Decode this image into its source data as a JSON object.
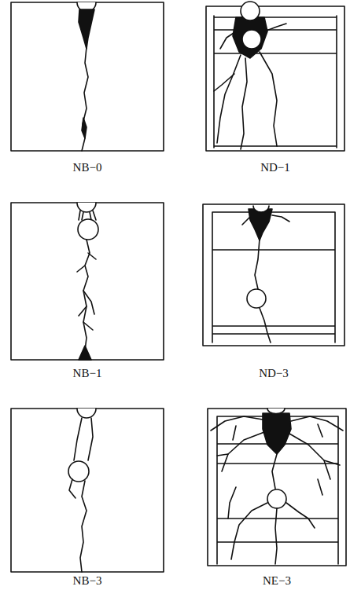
{
  "diagram": {
    "labels": [
      "NB−0",
      "ND−1",
      "NB−1",
      "ND−3",
      "NB−3",
      "NE−3"
    ]
  }
}
